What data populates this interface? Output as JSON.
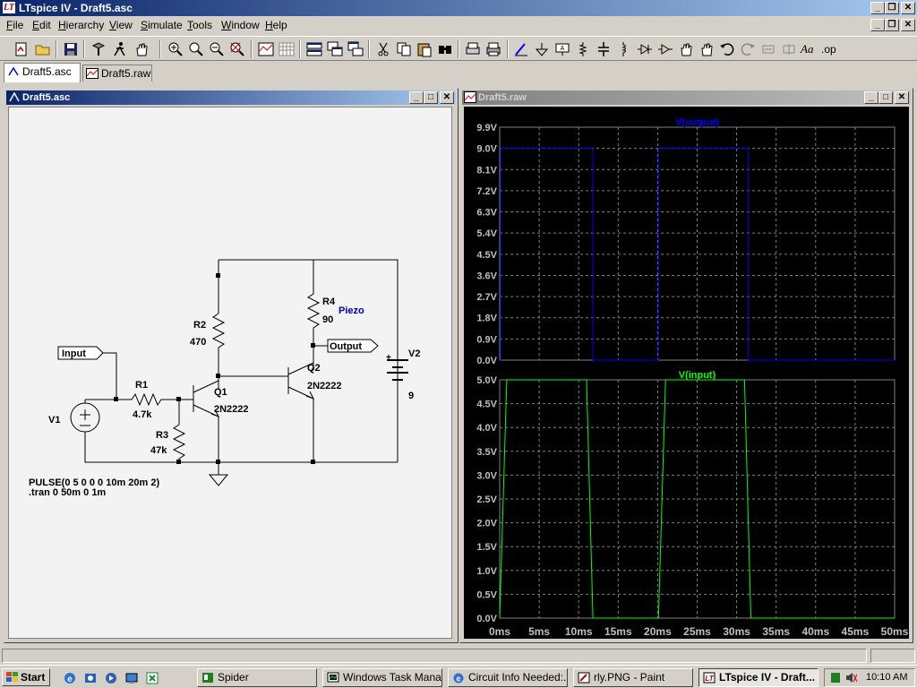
{
  "app": {
    "title": "LTspice IV - Draft5.asc",
    "logo_letters": "LT"
  },
  "menu": [
    {
      "label": "File",
      "key": "F",
      "rest": "ile"
    },
    {
      "label": "Edit",
      "key": "E",
      "rest": "dit"
    },
    {
      "label": "Hierarchy",
      "key": "H",
      "rest": "ierarchy"
    },
    {
      "label": "View",
      "key": "V",
      "rest": "iew"
    },
    {
      "label": "Simulate",
      "key": "S",
      "rest": "imulate"
    },
    {
      "label": "Tools",
      "key": "T",
      "rest": "ools"
    },
    {
      "label": "Window",
      "key": "W",
      "rest": "indow"
    },
    {
      "label": "Help",
      "key": "H",
      "rest": "elp"
    }
  ],
  "toolbar": {
    "icons": [
      "new-schematic-icon",
      "open-icon",
      "save-icon",
      "control-panel-icon",
      "run-icon",
      "pan-icon",
      "zoom-in-icon",
      "zoom-box-icon",
      "zoom-out-icon",
      "zoom-fit-icon",
      "autorange-icon",
      "grid-icon",
      "tile-horizontal-icon",
      "cascade-icon",
      "tile-vertical-icon",
      "cut-icon",
      "copy-icon",
      "paste-icon",
      "find-icon",
      "print-preview-icon",
      "print-icon",
      "draw-wire-icon",
      "ground-icon",
      "label-net-icon",
      "resistor-icon",
      "capacitor-icon",
      "inductor-icon",
      "diode-icon",
      "component-icon",
      "move-icon",
      "drag-icon",
      "undo-icon",
      "redo-icon",
      "rotate-icon",
      "mirror-icon",
      "text-icon",
      "spice-directive-icon"
    ],
    "text_icon_label": "Aa",
    "directive_label": ".op"
  },
  "tabs": [
    {
      "label": "Draft5.asc",
      "active": true
    },
    {
      "label": "Draft5.raw",
      "active": false
    }
  ],
  "schematic_window": {
    "title": "Draft5.asc",
    "components": {
      "r1": {
        "name": "R1",
        "value": "4.7k"
      },
      "r2": {
        "name": "R2",
        "value": "470"
      },
      "r3": {
        "name": "R3",
        "value": "47k"
      },
      "r4": {
        "name": "R4",
        "value": "90"
      },
      "q1": {
        "name": "Q1",
        "model": "2N2222"
      },
      "q2": {
        "name": "Q2",
        "model": "2N2222"
      },
      "v1": {
        "name": "V1"
      },
      "v2": {
        "name": "V2",
        "value": "9"
      },
      "piezo": "Piezo",
      "input_label": "Input",
      "output_label": "Output",
      "battery_plus": "+"
    },
    "directives": [
      "PULSE(0 5 0 0 0 10m 20m 2)",
      ".tran 0 50m 0 1m"
    ]
  },
  "waveform_window": {
    "title": "Draft5.raw",
    "x_ticks": [
      "0ms",
      "5ms",
      "10ms",
      "15ms",
      "20ms",
      "25ms",
      "30ms",
      "35ms",
      "40ms",
      "45ms",
      "50ms"
    ],
    "pane_top": {
      "trace": "V(output)",
      "color": "#0000ff",
      "y_ticks": [
        "9.9V",
        "9.0V",
        "8.1V",
        "7.2V",
        "6.3V",
        "5.4V",
        "4.5V",
        "3.6V",
        "2.7V",
        "1.8V",
        "0.9V",
        "0.0V"
      ]
    },
    "pane_bottom": {
      "trace": "V(input)",
      "color": "#00ff00",
      "y_ticks": [
        "5.0V",
        "4.5V",
        "4.0V",
        "3.5V",
        "3.0V",
        "2.5V",
        "2.0V",
        "1.5V",
        "1.0V",
        "0.5V",
        "0.0V"
      ]
    }
  },
  "chart_data": [
    {
      "type": "line",
      "title": "V(output)",
      "xlabel": "",
      "ylabel": "",
      "xlim": [
        0,
        50
      ],
      "ylim": [
        0,
        9.9
      ],
      "grid": true,
      "series": [
        {
          "name": "V(output)",
          "x": [
            0,
            0.1,
            0.1,
            11.8,
            11.8,
            20.1,
            20.1,
            31.5,
            31.5,
            50
          ],
          "y": [
            0,
            0,
            9.0,
            9.0,
            0,
            0,
            9.0,
            9.0,
            0,
            0
          ]
        }
      ]
    },
    {
      "type": "line",
      "title": "V(input)",
      "xlabel": "",
      "ylabel": "",
      "xlim": [
        0,
        50
      ],
      "ylim": [
        0,
        5.0
      ],
      "grid": true,
      "series": [
        {
          "name": "V(input)",
          "x": [
            0,
            0.9,
            11.0,
            11.8,
            20.1,
            21.0,
            31.0,
            31.8,
            50
          ],
          "y": [
            0,
            5.0,
            5.0,
            0,
            0,
            5.0,
            5.0,
            0,
            0
          ]
        }
      ]
    }
  ],
  "statusbar": {
    "text": ""
  },
  "taskbar": {
    "start_label": "Start",
    "quicklaunch": [
      "ie-icon",
      "outlook-icon",
      "media-player-icon",
      "desktop-icon",
      "excel-icon"
    ],
    "tasks": [
      {
        "label": "Spider",
        "pressed": false
      },
      {
        "label": "Windows Task Mana...",
        "pressed": false
      },
      {
        "label": "Circuit Info Needed:...",
        "pressed": false
      },
      {
        "label": "rly.PNG - Paint",
        "pressed": false
      },
      {
        "label": "LTspice IV - Draft...",
        "pressed": true
      }
    ],
    "clock": "10:10 AM"
  }
}
